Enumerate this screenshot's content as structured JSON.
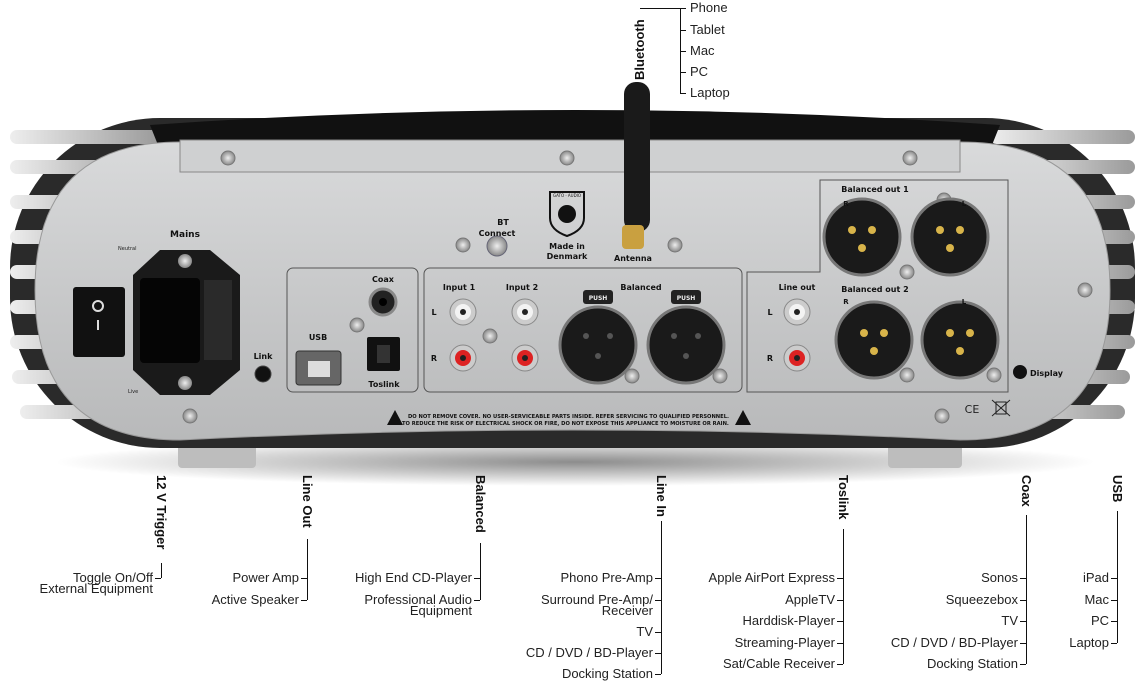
{
  "bluetooth": {
    "title": "Bluetooth",
    "items": [
      "Phone",
      "Tablet",
      "Mac",
      "PC",
      "Laptop"
    ]
  },
  "device": {
    "mains": "Mains",
    "neutral": "Neutral",
    "live": "Live",
    "link": "Link",
    "coax": "Coax",
    "usb": "USB",
    "toslink": "Toslink",
    "input1": "Input 1",
    "input2": "Input 2",
    "balanced": "Balanced",
    "push": "PUSH",
    "left": "L",
    "right": "R",
    "bt_connect_1": "BT",
    "bt_connect_2": "Connect",
    "logo_text": "GATO · AUDIO",
    "made_in_1": "Made in",
    "made_in_2": "Denmark",
    "antenna": "Antenna",
    "line_out": "Line out",
    "balanced_out_1": "Balanced out 1",
    "balanced_out_2": "Balanced out 2",
    "display": "Display",
    "ce_mark": "CE",
    "warning_1": "DO NOT REMOVE COVER.  NO USER-SERVICEABLE PARTS INSIDE.  REFER SERVICING TO QUALIFIED PERSONNEL.",
    "warning_2": "TO REDUCE THE RISK OF ELECTRICAL SHOCK OR FIRE, DO NOT EXPOSE THIS APPLIANCE TO MOISTURE OR RAIN."
  },
  "groups": [
    {
      "title": "12 V Trigger",
      "items": [
        "Toggle On/Off\nExternal Equipment"
      ]
    },
    {
      "title": "Line Out",
      "items": [
        "Power Amp",
        "Active Speaker"
      ]
    },
    {
      "title": "Balanced",
      "items": [
        "High End CD-Player",
        "Professional Audio\nEquipment"
      ]
    },
    {
      "title": "Line In",
      "items": [
        "Phono Pre-Amp",
        "Surround Pre-Amp/\nReceiver",
        "TV",
        "CD / DVD / BD-Player",
        "Docking Station"
      ]
    },
    {
      "title": "Toslink",
      "items": [
        "Apple AirPort Express",
        "AppleTV",
        "Harddisk-Player",
        "Streaming-Player",
        "Sat/Cable Receiver"
      ]
    },
    {
      "title": "Coax",
      "items": [
        "Sonos",
        "Squeezebox",
        "TV",
        "CD / DVD / BD-Player",
        "Docking Station"
      ]
    },
    {
      "title": "USB",
      "items": [
        "iPad",
        "Mac",
        "PC",
        "Laptop"
      ]
    }
  ]
}
